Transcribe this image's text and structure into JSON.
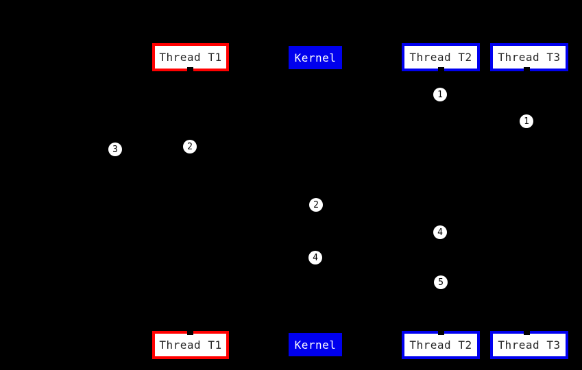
{
  "colors": {
    "background": "#000000",
    "t1_accent": "#ff0000",
    "blue_accent": "#0000ee",
    "kernel_fill": "#0000ee",
    "box_fill": "#ffffff",
    "box_text": "#262626",
    "kernel_text": "#ffffff",
    "step_fill": "#ffffff",
    "step_text": "#000000"
  },
  "lifelines": {
    "top": [
      {
        "label": "Thread T1"
      },
      {
        "label": "Kernel"
      },
      {
        "label": "Thread T2"
      },
      {
        "label": "Thread T3"
      }
    ],
    "bottom": [
      {
        "label": "Thread T1"
      },
      {
        "label": "Kernel"
      },
      {
        "label": "Thread T2"
      },
      {
        "label": "Thread T3"
      }
    ]
  },
  "steps": [
    {
      "number": "1"
    },
    {
      "number": "1"
    },
    {
      "number": "3"
    },
    {
      "number": "2"
    },
    {
      "number": "2"
    },
    {
      "number": "4"
    },
    {
      "number": "4"
    },
    {
      "number": "5"
    }
  ]
}
